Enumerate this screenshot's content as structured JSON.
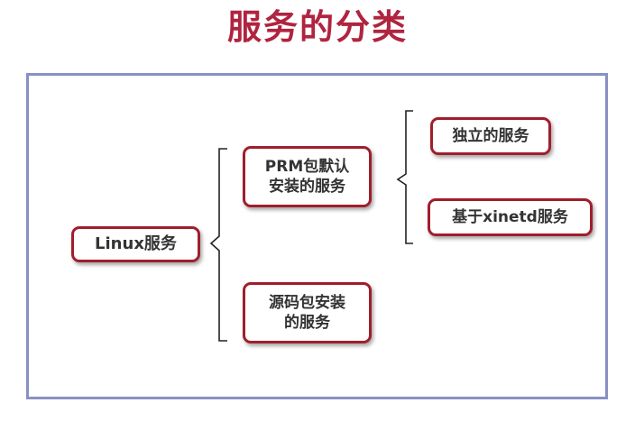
{
  "title": "服务的分类",
  "nodes": {
    "linux": "Linux服务",
    "rpm_line1": "PRM包默认",
    "rpm_line2": "安装的服务",
    "source_line1": "源码包安装",
    "source_line2": "的服务",
    "standalone": "独立的服务",
    "xinetd": "基于xinetd服务"
  },
  "colors": {
    "title": "#b0243f",
    "node_border": "#a01e2c",
    "frame_border": "#8890c4",
    "node_text": "#333333"
  }
}
